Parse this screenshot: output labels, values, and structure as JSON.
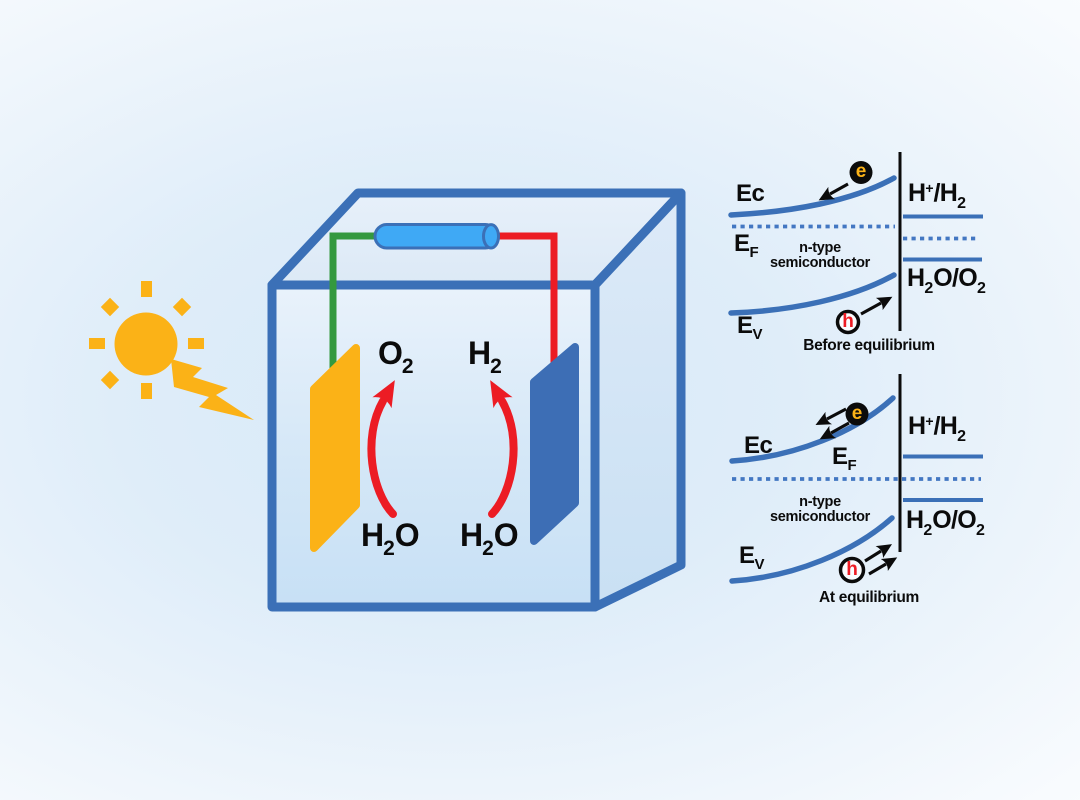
{
  "colors": {
    "diagram_blue": "#3B70B7",
    "cylinder_blue": "#3FA9F5",
    "wire_green": "#34993F",
    "wire_red": "#EC1C24",
    "electrode_yellow": "#FBB217",
    "electrode_blue": "#3D6EB5",
    "electron_yellow": "#FBB217",
    "hole_red": "#ED1C24",
    "dotted_blue": "#4377C2",
    "ink_black": "#0B0B0B"
  },
  "icons": {
    "sun": "sun-icon: yellow circle with 8 rays",
    "lightning": "lightning-bolt-icon: yellow bolt pointing at cell",
    "electron": "electron-icon: filled black circle",
    "hole": "hole-icon: open black ring"
  },
  "cell": {
    "o2": {
      "base": "O",
      "sub": "2"
    },
    "h2": {
      "base": "H",
      "sub": "2"
    },
    "h2o_left": {
      "p1": "H",
      "sub": "2",
      "p2": "O"
    },
    "h2o_right": {
      "p1": "H",
      "sub": "2",
      "p2": "O"
    }
  },
  "diagram_before": {
    "ec": "Ec",
    "ef": {
      "base": "E",
      "sub": "F"
    },
    "ev": {
      "base": "E",
      "sub": "V"
    },
    "material": {
      "line1": "n-type",
      "line2": "semiconductor"
    },
    "electron": "e",
    "hole": "h",
    "h_redox": {
      "p1": "H",
      "sup": "+",
      "p2": "/H",
      "sub": "2"
    },
    "o_redox": {
      "p1": "H",
      "s1": "2",
      "p2": "O/O",
      "s2": "2"
    },
    "caption": "Before equilibrium"
  },
  "diagram_after": {
    "ec": "Ec",
    "ef": {
      "base": "E",
      "sub": "F"
    },
    "ev": {
      "base": "E",
      "sub": "V"
    },
    "material": {
      "line1": "n-type",
      "line2": "semiconductor"
    },
    "electron": "e",
    "hole": "h",
    "h_redox": {
      "p1": "H",
      "sup": "+",
      "p2": "/H",
      "sub": "2"
    },
    "o_redox": {
      "p1": "H",
      "s1": "2",
      "p2": "O/O",
      "s2": "2"
    },
    "caption": "At equilibrium"
  }
}
